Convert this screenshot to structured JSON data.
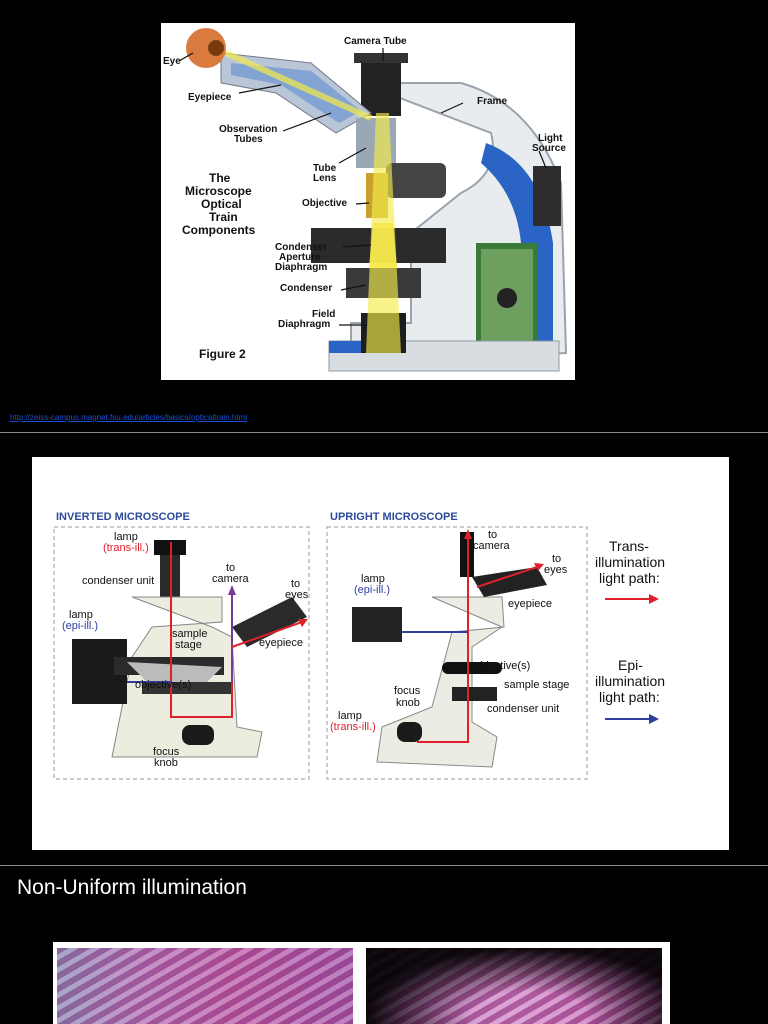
{
  "figure1": {
    "labels": {
      "camera_tube": "Camera Tube",
      "eye": "Eye",
      "eyepiece": "Eyepiece",
      "frame": "Frame",
      "observation_tubes_1": "Observation",
      "observation_tubes_2": "Tubes",
      "light_source_1": "Light",
      "light_source_2": "Source",
      "tube_lens_1": "Tube",
      "tube_lens_2": "Lens",
      "objective": "Objective",
      "condenser_aperture_1": "Condenser",
      "condenser_aperture_2": "Aperture",
      "condenser_aperture_3": "Diaphragm",
      "condenser": "Condenser",
      "field_diaphragm_1": "Field",
      "field_diaphragm_2": "Diaphragm",
      "title_1": "The",
      "title_2": "Microscope",
      "title_3": "Optical",
      "title_4": "Train",
      "title_5": "Components",
      "figure_caption": "Figure 2"
    },
    "source_link": "http://zeiss-campus.magnet.fsu.edu/articles/basics/opticaltrain.html"
  },
  "figure2": {
    "inverted_title": "INVERTED MICROSCOPE",
    "upright_title": "UPRIGHT MICROSCOPE",
    "inverted_labels": {
      "lamp": "lamp",
      "trans_ill": "(trans-ill.)",
      "condenser_unit": "condenser unit",
      "to": "to",
      "camera": "camera",
      "to_eyes_1": "to",
      "to_eyes_2": "eyes",
      "lamp_epi": "lamp",
      "epi_ill": "(epi-ill.)",
      "sample": "sample",
      "stage": "stage",
      "eyepiece": "eyepiece",
      "objectives": "objective(s)",
      "focus": "focus",
      "knob": "knob"
    },
    "upright_labels": {
      "to": "to",
      "camera": "camera",
      "to_eyes_1": "to",
      "to_eyes_2": "eyes",
      "lamp": "lamp",
      "epi_ill": "(epi-ill.)",
      "eyepiece": "eyepiece",
      "objectives": "objective(s)",
      "focus": "focus",
      "knob": "knob",
      "sample_stage": "sample stage",
      "condenser_unit": "condenser unit",
      "lamp_trans": "lamp",
      "trans_ill": "(trans-ill.)"
    },
    "legend": {
      "trans_1": "Trans-",
      "trans_2": "illumination",
      "trans_3": "light path:",
      "epi_1": "Epi-",
      "epi_2": "illumination",
      "epi_3": "light path:"
    },
    "colors": {
      "trans": "#e0202a",
      "epi": "#2e3f9e",
      "title_blue": "#2e4a9a"
    }
  },
  "section3": {
    "heading": "Non-Uniform illumination"
  }
}
